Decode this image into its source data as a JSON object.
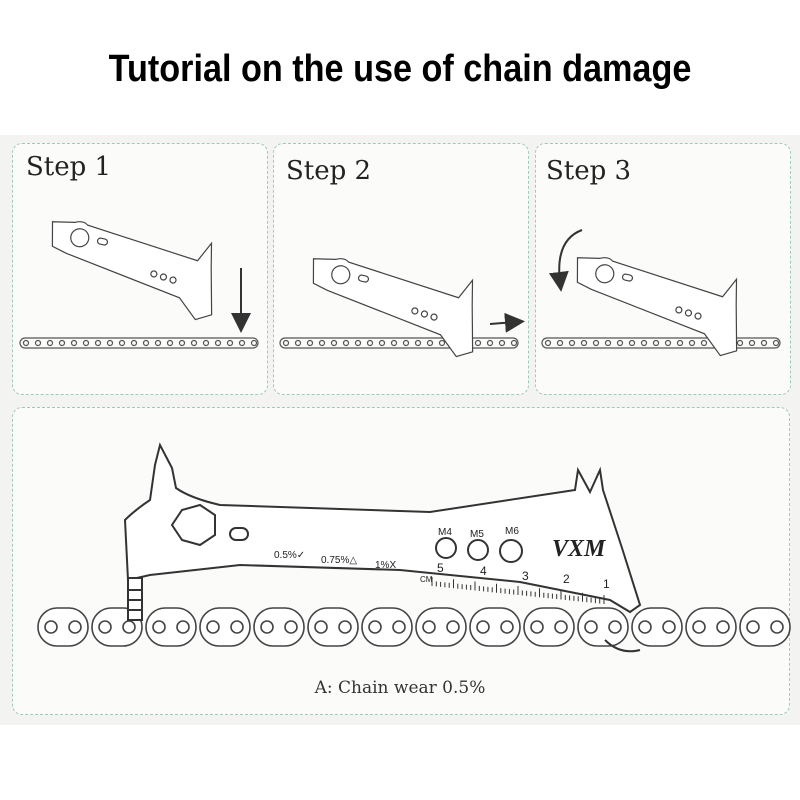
{
  "title": "Tutorial on the use of chain damage",
  "steps": [
    {
      "label": "Step 1",
      "arrow": "down-arrow"
    },
    {
      "label": "Step 2",
      "arrow": "right-arrow"
    },
    {
      "label": "Step 3",
      "arrow": "curved-arrow"
    }
  ],
  "tool": {
    "brand": "VXM",
    "wear_marks": [
      "0.5%✓",
      "0.75%△",
      "1%X"
    ],
    "hex_labels": [
      "M4",
      "M5",
      "M6"
    ],
    "ruler_unit": "CM",
    "ruler_numbers": [
      "5",
      "4",
      "3",
      "2",
      "1"
    ]
  },
  "caption": "A: Chain wear 0.5%",
  "colors": {
    "panel_border": "#9fc9bd",
    "band": "#f3f3f2",
    "line": "#333333"
  }
}
